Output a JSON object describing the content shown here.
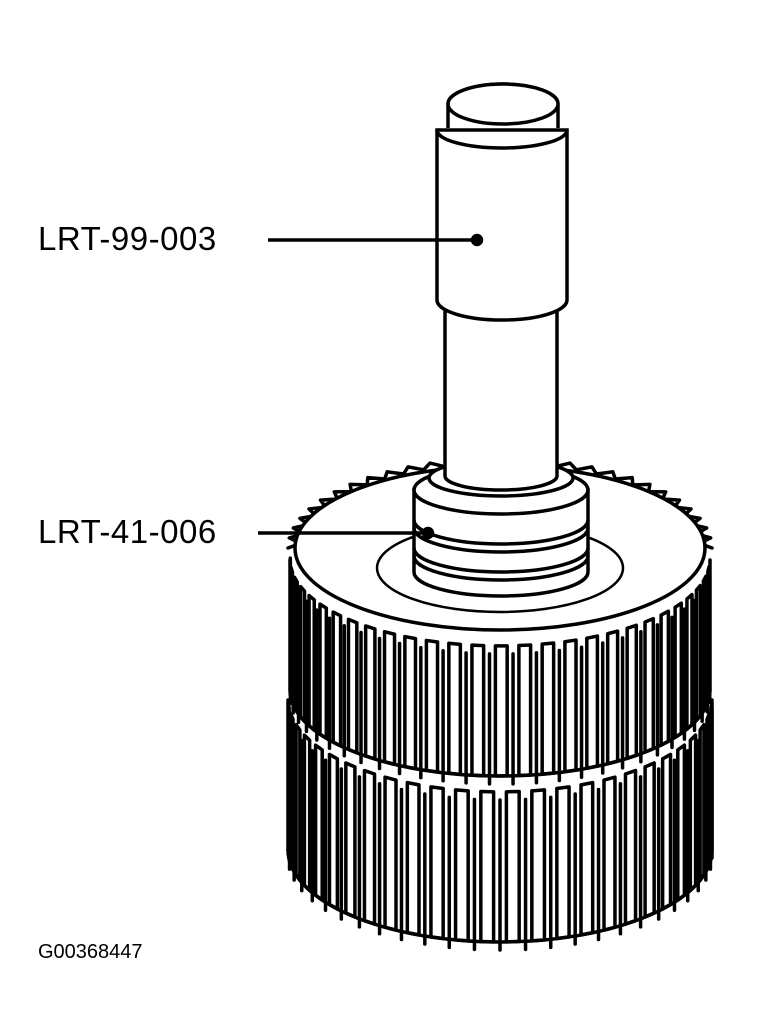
{
  "callouts": [
    {
      "label": "LRT-99-003"
    },
    {
      "label": "LRT-41-006"
    }
  ],
  "figure_id": "G00368447",
  "colors": {
    "ink": "#000000",
    "paper": "#ffffff"
  }
}
